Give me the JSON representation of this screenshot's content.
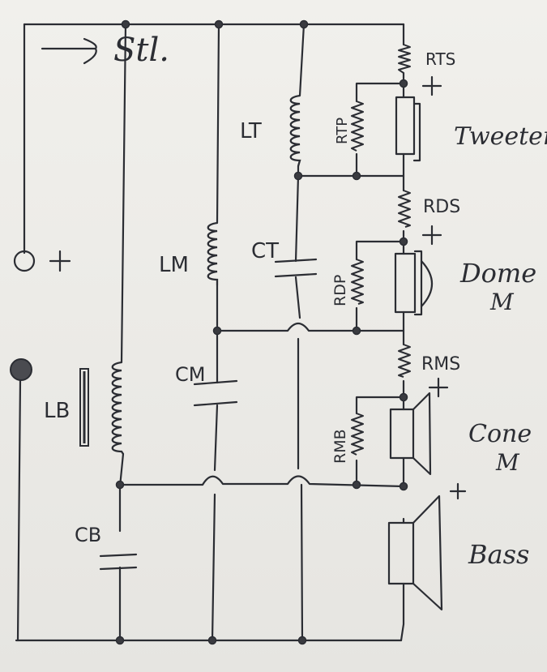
{
  "labels": {
    "signal": "Stl.",
    "lt": "LT",
    "rts": "RTS",
    "rtp": "RTP",
    "tweeter": "Tweeter",
    "rds": "RDS",
    "ct": "CT",
    "lm": "LM",
    "rdp": "RDP",
    "dome": "Dome",
    "dome_m": "M",
    "rms": "RMS",
    "cm": "CM",
    "lb": "LB",
    "rmb": "RMB",
    "cone": "Cone",
    "cone_m": "M",
    "cb": "CB",
    "bass": "Bass",
    "plus": "+"
  }
}
